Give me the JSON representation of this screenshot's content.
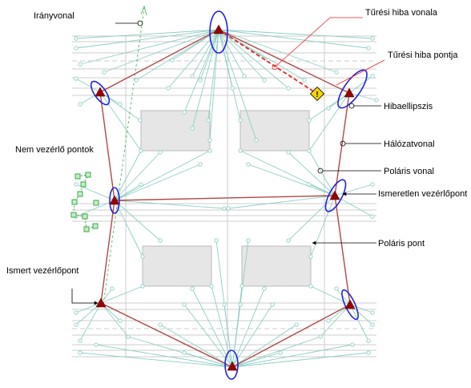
{
  "labels": {
    "iranyvonal": "Irányvonal",
    "turesi_hiba_vonala": "Tűrési hiba vonala",
    "turesi_hiba_pontja": "Tűrési hiba pontja",
    "hibaellipszis": "Hibaellipszis",
    "halozatvonal": "Hálózatvonal",
    "nem_vezerlo_pontok": "Nem vezérlő pontok",
    "polaris_vonal": "Poláris vonal",
    "ismeretlen_vezerlopont": "Ismeretlen vezérlőpont",
    "polaris_pont": "Poláris pont",
    "ismert_vezerlopont": "Ismert vezérlőpont"
  },
  "colors": {
    "network_line": "#b04848",
    "polar_line": "#8ccfc4",
    "ellipse": "#2222dd",
    "control_point": "#990000",
    "tolerance_line": "#ee2222",
    "warning_fill": "#f2d400",
    "building_fill": "#e6e6e6",
    "background_lines": "#cccccc",
    "non_control_points": "#3aa84a"
  }
}
